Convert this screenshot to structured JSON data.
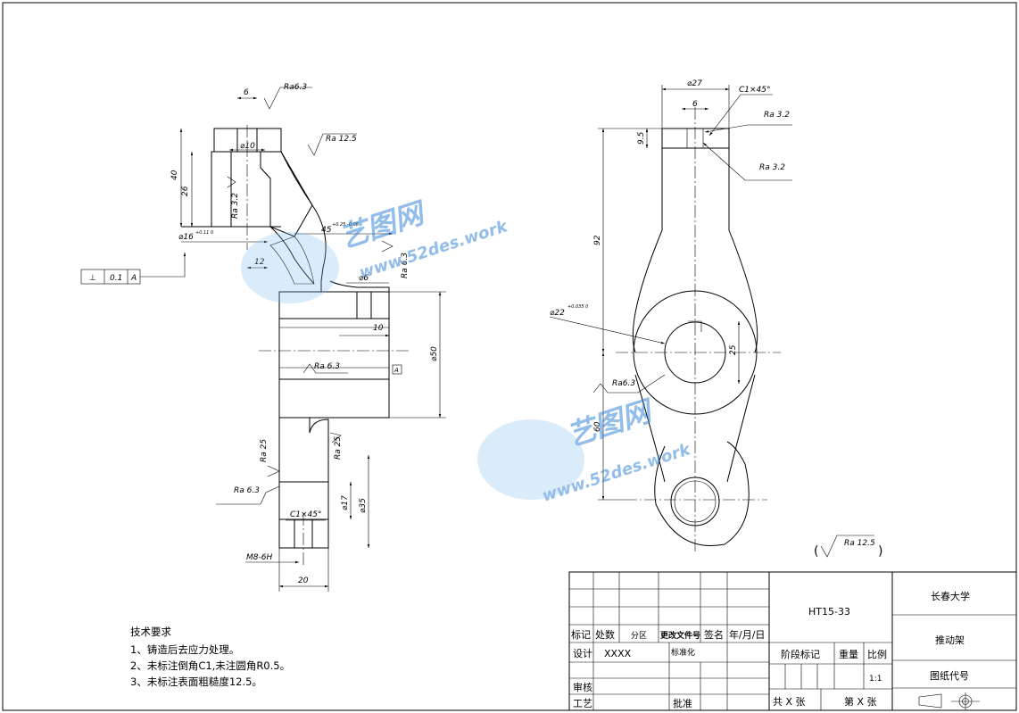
{
  "drawing": {
    "title_block": {
      "model_no": "HT15-33",
      "university": "长春大学",
      "part_name": "推动架",
      "drawing_code_label": "图纸代号",
      "labels": {
        "mark": "标记",
        "count": "处数",
        "zone": "分区",
        "change_doc": "更改文件号",
        "sign": "签名",
        "date": "年/月/日",
        "design": "设计",
        "designer": "XXXX",
        "standardize": "标准化",
        "stage_mark": "阶段标记",
        "weight": "重量",
        "scale": "比例",
        "scale_value": "1:1",
        "review": "审核",
        "process": "工艺",
        "approve": "批准",
        "total_sheets": "共  X  张",
        "sheet_no": "第  X  张"
      }
    },
    "tech_requirements": {
      "heading": "技术要求",
      "items": [
        "1、铸造后去应力处理。",
        "2、未标注倒角C1,未注圆角R0.5。",
        "3、未标注表面粗糙度12.5。"
      ]
    },
    "general_roughness": "Ra 12.5",
    "watermark": {
      "cn": "艺图网",
      "url": "www.52des.work"
    },
    "left_view": {
      "dims": {
        "d6_top": "6",
        "ra63_top": "Ra6.3",
        "ra125": "Ra 12.5",
        "d10": "⌀10",
        "d40": "40",
        "d26": "26",
        "ra32_in": "Ra 3.2",
        "d16": "⌀16",
        "d16_tol": "+0.11 0",
        "d45": "45",
        "d45_tol": "+0.25 -0.06",
        "d12": "12",
        "ra63_side": "Ra 6.3",
        "tol_sym": "⊥",
        "tol_val": "0.1",
        "tol_datum": "A",
        "d6_pin": "⌀6",
        "d10_pin": "10",
        "d50": "⌀50",
        "ra63_mid": "Ra 6.3",
        "datum_a": "A",
        "ra25_left": "Ra 25",
        "ra25_right": "Ra 25",
        "ra63_bottom": "Ra 6.3",
        "d17": "⌀17",
        "d35": "⌀35",
        "c1x45": "C1×45°",
        "m8": "M8-6H",
        "d20": "20"
      }
    },
    "right_view": {
      "dims": {
        "d27": "⌀27",
        "c1x45": "C1×45°",
        "d6": "6",
        "ra32_a": "Ra 3.2",
        "ra32_b": "Ra 3.2",
        "d95": "9.5",
        "d92": "92",
        "d22": "⌀22",
        "d22_tol": "+0.035 0",
        "d25": "25",
        "ra63": "Ra6.3",
        "d60": "60"
      }
    }
  }
}
